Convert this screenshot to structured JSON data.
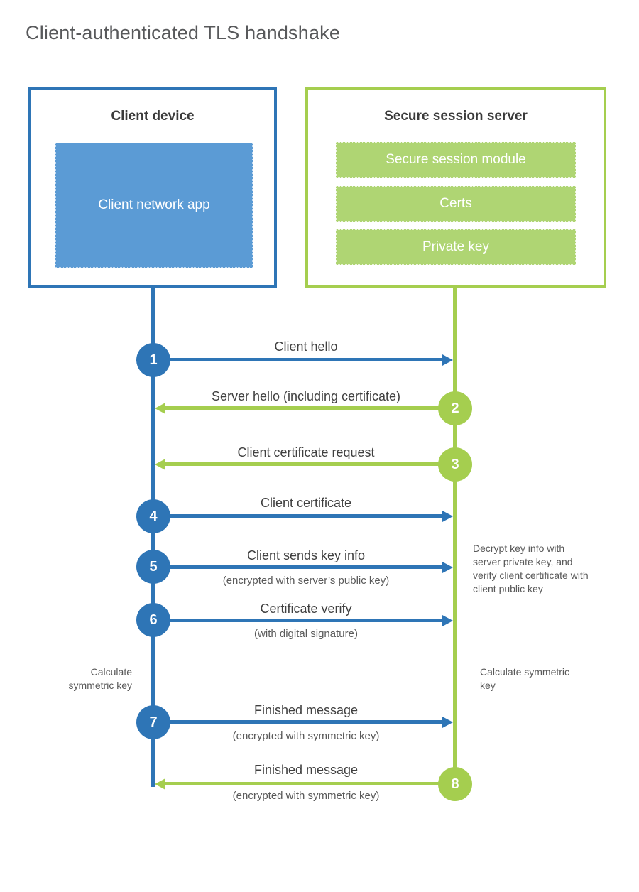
{
  "title": "Client-authenticated TLS handshake",
  "colors": {
    "blue_accent": "#2e75b6",
    "blue_fill": "#5b9bd5",
    "green_accent": "#a5ce4f",
    "green_fill": "#afd573",
    "title_gray": "#58595b",
    "label_gray": "#404040",
    "note_gray": "#595959"
  },
  "client": {
    "title": "Client device",
    "module": "Client network app"
  },
  "server": {
    "title": "Secure session server",
    "modules": [
      "Secure session module",
      "Certs",
      "Private key"
    ]
  },
  "steps": [
    {
      "num": "1",
      "label": "Client hello",
      "sub": "",
      "direction": "right",
      "color": "blue"
    },
    {
      "num": "2",
      "label": "Server hello (including certificate)",
      "sub": "",
      "direction": "left",
      "color": "green"
    },
    {
      "num": "3",
      "label": "Client certificate request",
      "sub": "",
      "direction": "left",
      "color": "green"
    },
    {
      "num": "4",
      "label": "Client certificate",
      "sub": "",
      "direction": "right",
      "color": "blue"
    },
    {
      "num": "5",
      "label": "Client sends key info",
      "sub": "(encrypted with server’s public key)",
      "direction": "right",
      "color": "blue"
    },
    {
      "num": "6",
      "label": "Certificate verify",
      "sub": "(with digital signature)",
      "direction": "right",
      "color": "blue"
    },
    {
      "num": "7",
      "label": "Finished message",
      "sub": "(encrypted with symmetric key)",
      "direction": "right",
      "color": "blue"
    },
    {
      "num": "8",
      "label": "Finished message",
      "sub": "(encrypted with symmetric key)",
      "direction": "left",
      "color": "green"
    }
  ],
  "notes": {
    "decrypt": "Decrypt key info with server private key, and verify client certificate with client public key",
    "calculate_left": "Calculate symmetric key",
    "calculate_right": "Calculate symmetric key"
  }
}
